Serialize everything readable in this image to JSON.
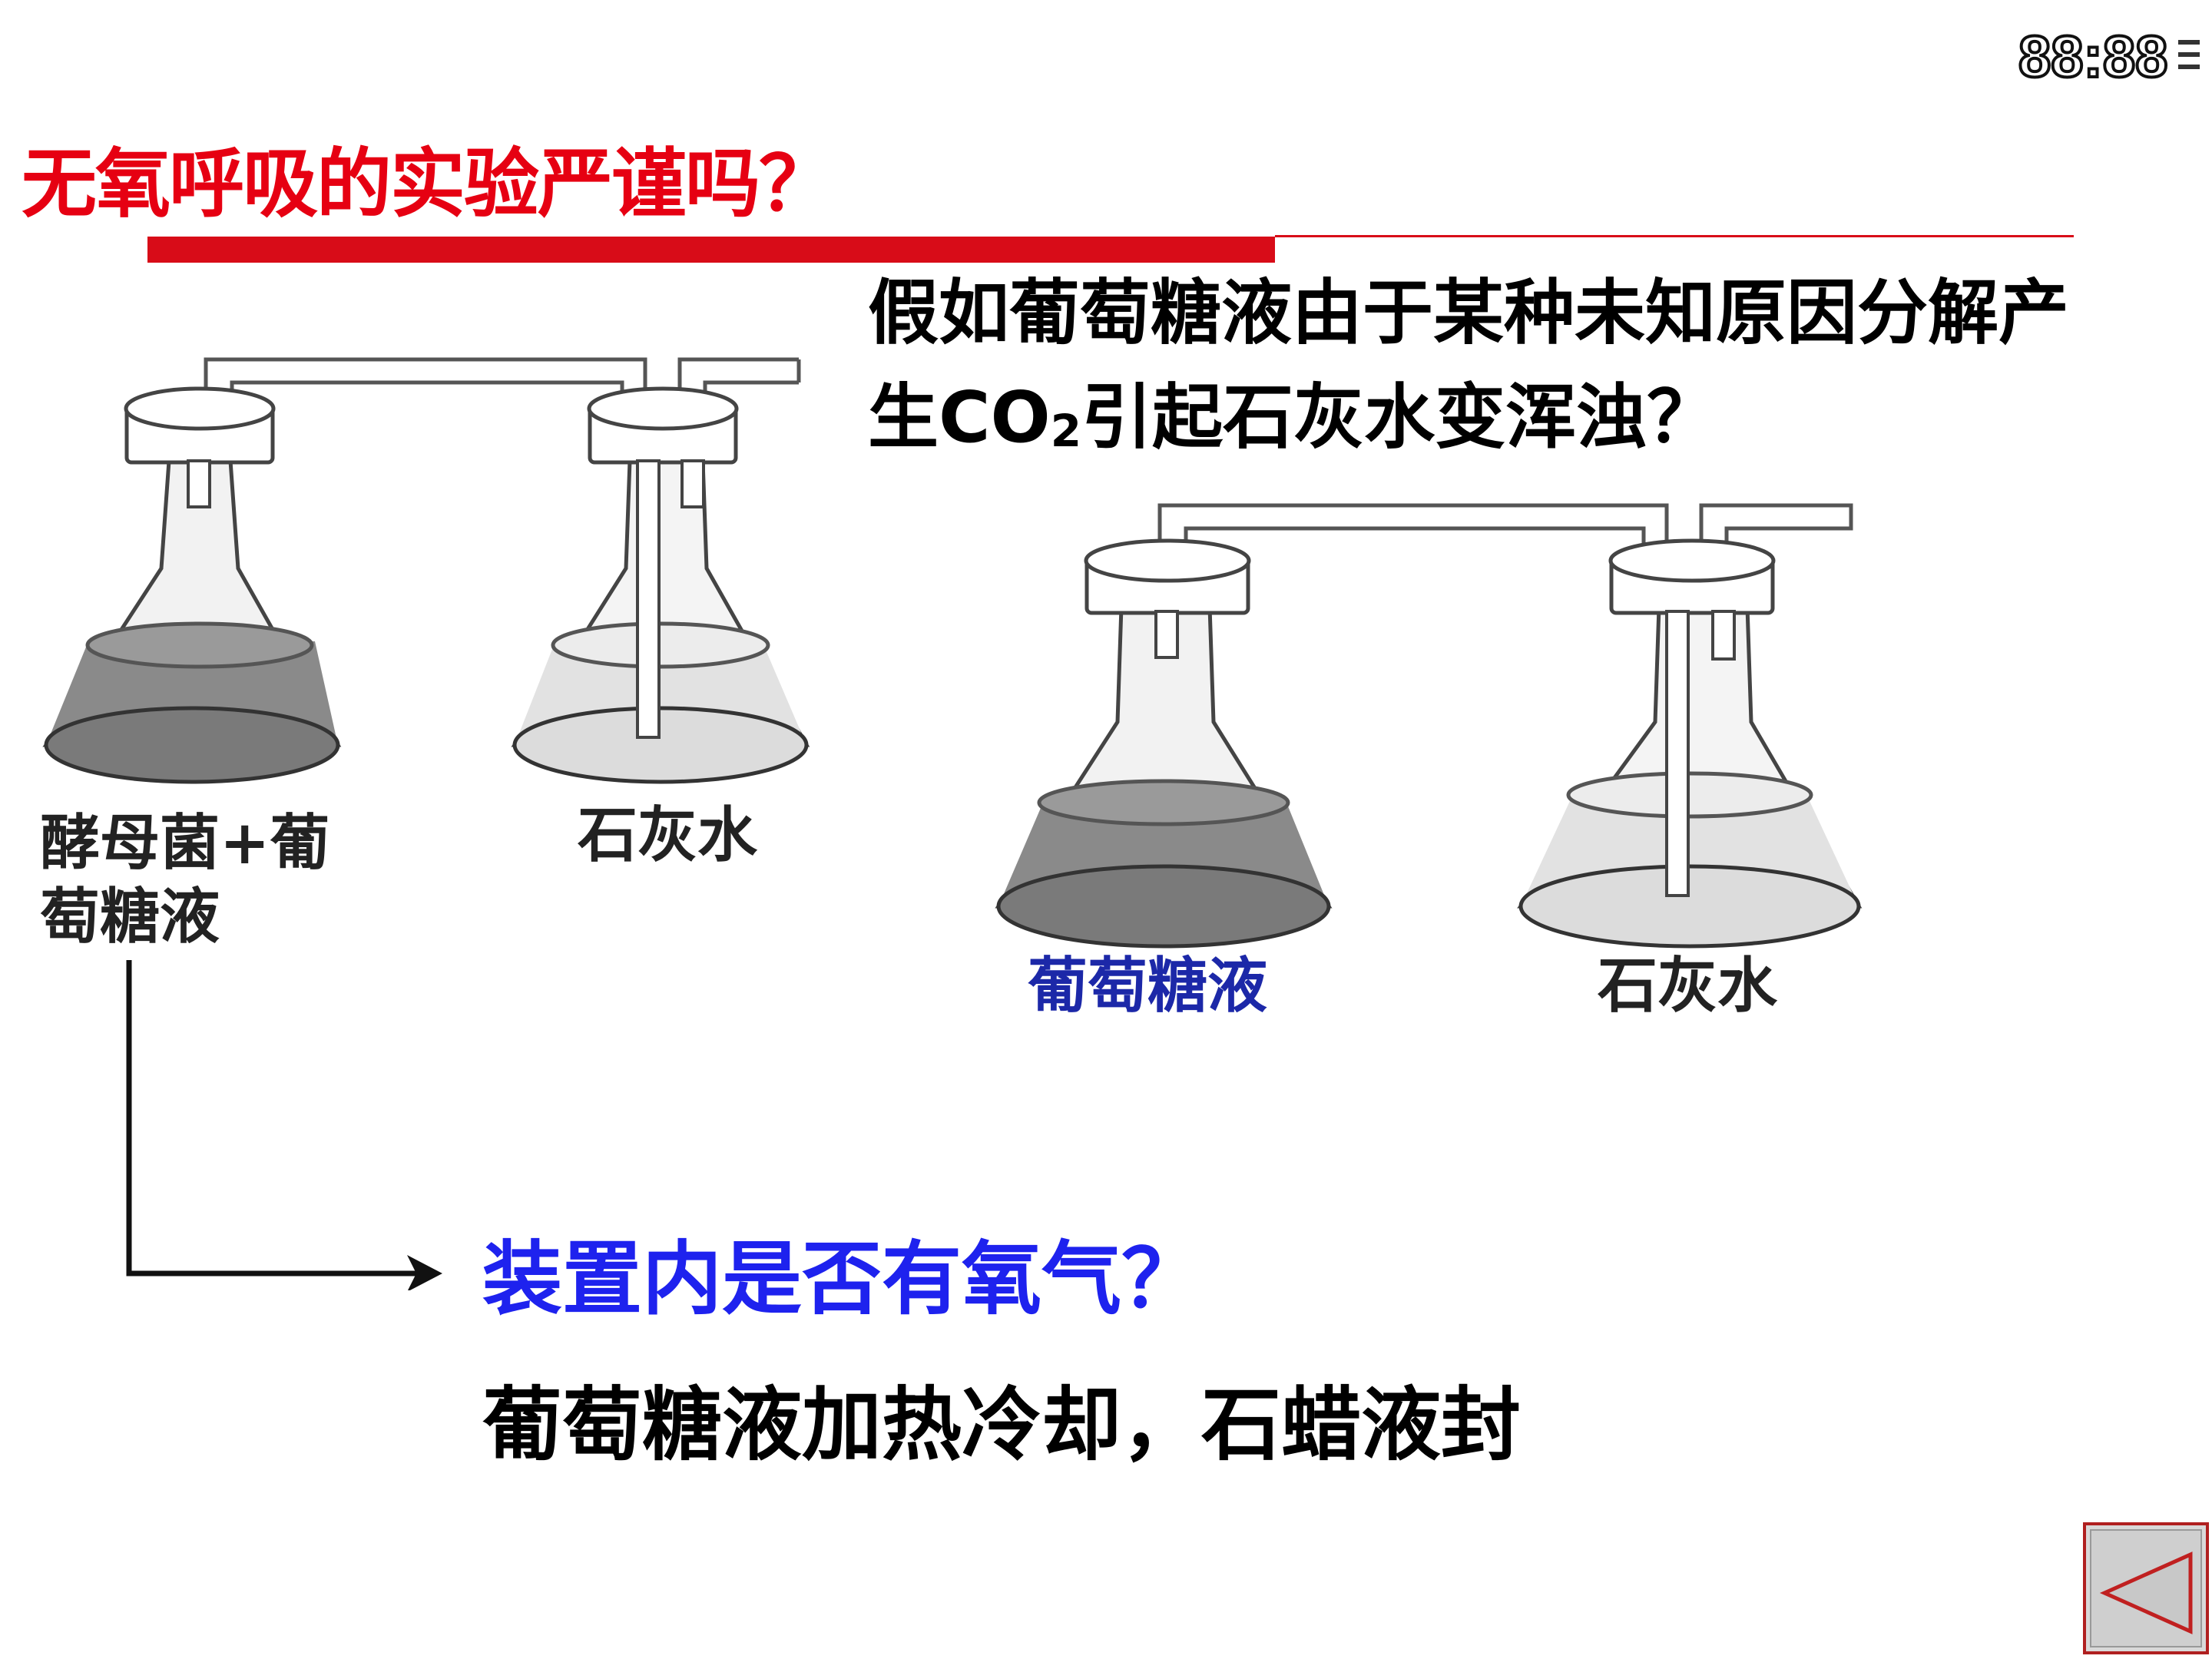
{
  "slide": {
    "clock": "88:88",
    "title": "无氧呼吸的实验严谨吗？",
    "question_line1": "假如葡萄糖液由于某种未知原因分解产",
    "question_line2_prefix": "生CO",
    "question_line2_sub": "2",
    "question_line2_suffix": "引起石灰水变浑浊？",
    "setup1": {
      "left_label_line1": "酵母菌+葡",
      "left_label_line2": "萄糖液",
      "right_label": "石灰水"
    },
    "setup2": {
      "left_label": "葡萄糖液",
      "right_label": "石灰水"
    },
    "blue_question": "装置内是否有氧气？",
    "answer": "葡萄糖液加热冷却，石蜡液封",
    "colors": {
      "title": "#e60012",
      "bar": "#d80c18",
      "blue_text": "#1e22ee",
      "label_blue": "#1c28a8"
    },
    "icons": [
      "clock-icon",
      "flask-apparatus-diagram",
      "arrow-right-icon",
      "triangle-left-icon"
    ]
  }
}
